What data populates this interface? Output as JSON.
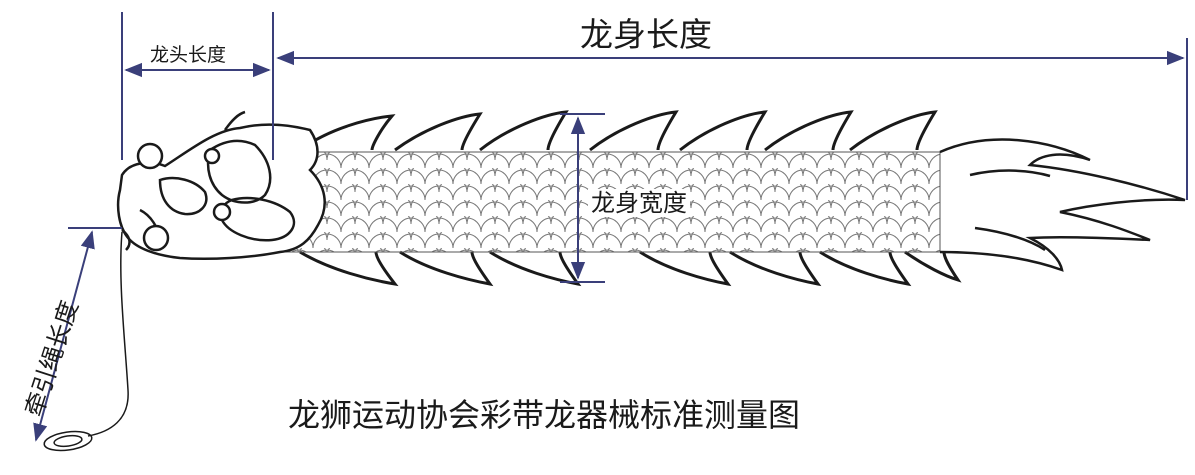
{
  "labels": {
    "body_length": "龙身长度",
    "head_length": "龙头长度",
    "body_width": "龙身宽度",
    "rope_length": "牵引绳长度"
  },
  "title": "龙狮运动协会彩带龙器械标准测量图",
  "colors": {
    "dimension_line": "#3a3f7a",
    "outline": "#1a1a1a",
    "scale": "#777777",
    "background": "#ffffff"
  }
}
